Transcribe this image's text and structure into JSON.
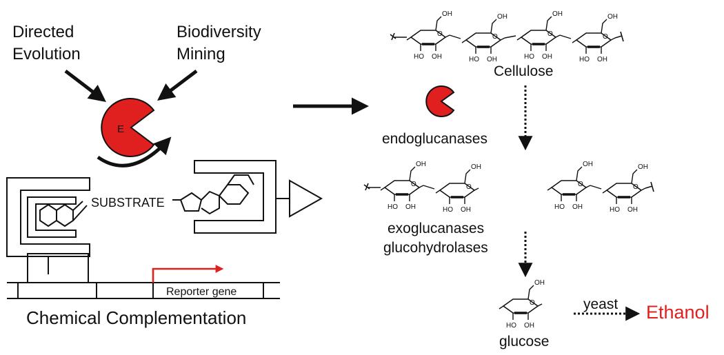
{
  "labels": {
    "directed_evolution_line1": "Directed",
    "directed_evolution_line2": "Evolution",
    "biodiversity_line1": "Biodiversity",
    "biodiversity_line2": "Mining",
    "enzyme_letter": "E",
    "substrate": "SUBSTRATE",
    "reporter_gene": "Reporter gene",
    "chemical_complementation": "Chemical Complementation",
    "cellulose": "Cellulose",
    "endoglucanases": "endoglucanases",
    "exoglucanases": "exoglucanases",
    "glucohydrolases": "glucohydrolases",
    "glucose": "glucose",
    "yeast": "yeast",
    "ethanol": "Ethanol",
    "oh": "OH",
    "ho": "HO",
    "o": "O"
  },
  "colors": {
    "enzyme": "#e0201f",
    "ethanol": "#e0201f",
    "reporter_arrow": "#e0201f",
    "ink": "#111111"
  },
  "icons": {
    "enzyme_shape": "pacman",
    "sugar_ring": "glucose-chair"
  }
}
